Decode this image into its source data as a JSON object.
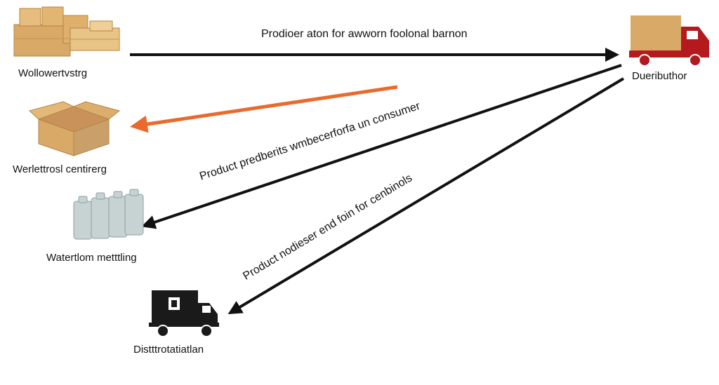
{
  "nodes": {
    "wholesale": {
      "label": "Wollowertvstrg",
      "icon": "cardboard-boxes-stack-icon"
    },
    "warehouse": {
      "label": "Werlettrosl centirerg",
      "icon": "open-cardboard-box-icon"
    },
    "waterloom": {
      "label": "Watertlom metttling",
      "icon": "bottles-row-icon"
    },
    "distribution": {
      "label": "Distttrotatiatlan",
      "icon": "black-delivery-truck-icon"
    },
    "distributor": {
      "label": "Dueributhor",
      "icon": "red-delivery-truck-icon"
    }
  },
  "edges": {
    "top": {
      "label": "Prodioer aton for awworn foolonal barnon"
    },
    "middle": {
      "label": "Product predberits wmbecerforfa un consumer"
    },
    "lower": {
      "label": "Product nodieser end foin for cenbinols"
    }
  },
  "colors": {
    "arrow_black": "#111111",
    "arrow_orange": "#e96a2c",
    "truck_red": "#b3191d",
    "cardboard": "#d9a968"
  }
}
